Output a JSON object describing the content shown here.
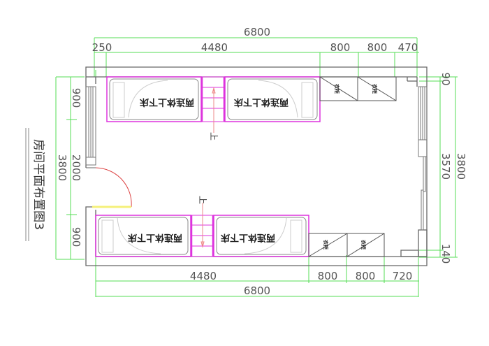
{
  "title": "房间平面布置图3",
  "colors": {
    "dimension_line": "#55dd55",
    "wall": "#666666",
    "furniture_outline": "#dd33dd",
    "door_swing": "#dd4444",
    "door_threshold": "#f5f07a",
    "stair_arrow": "#ee8888",
    "text": "#555555"
  },
  "dimensions": {
    "top_total": "6800",
    "top_segments": [
      "250",
      "4480",
      "800",
      "800",
      "470"
    ],
    "bottom_segments": [
      "4480",
      "800",
      "800",
      "720"
    ],
    "bottom_total": "6800",
    "left_segments": [
      "900",
      "2000",
      "900"
    ],
    "left_total": "3800",
    "right_segments": [
      "90",
      "3570",
      "140"
    ],
    "right_total": "3800"
  },
  "beds": [
    {
      "label": "两连体上下床"
    },
    {
      "label": "两连体上下床"
    },
    {
      "label": "两连体上下床"
    },
    {
      "label": "两连体上下床"
    }
  ],
  "cabinets": [
    {
      "label": "衣柜"
    },
    {
      "label": "衣柜"
    },
    {
      "label": "衣柜"
    },
    {
      "label": "衣柜"
    }
  ],
  "stairs": [
    {
      "label": "上"
    },
    {
      "label": "上"
    }
  ]
}
